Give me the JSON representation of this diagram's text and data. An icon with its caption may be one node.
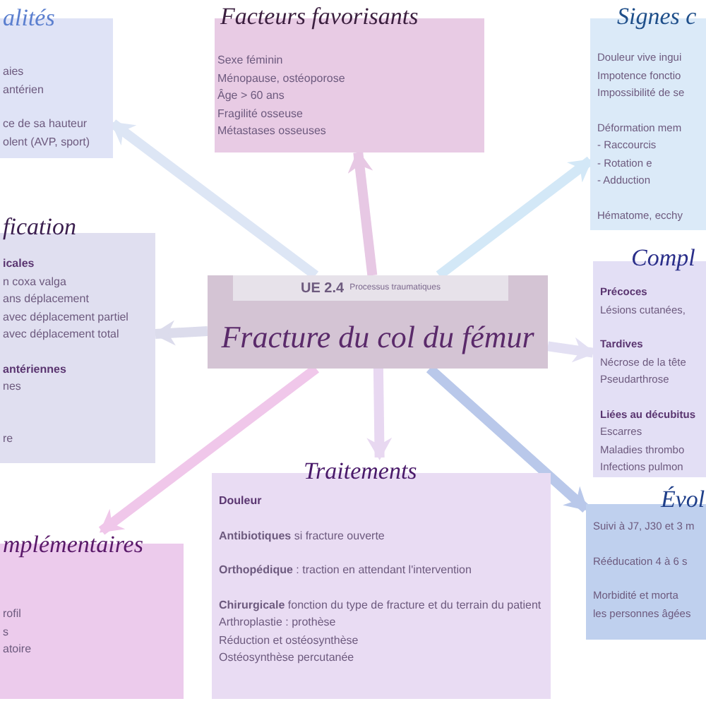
{
  "diagram": {
    "nodes": [
      {
        "text": [
          "alités",
          "aies",
          "antérien",
          "ce de sa hauteur",
          "olent (AVP, sport)"
        ]
      },
      {
        "text": [
          "Facteurs favorisants",
          "Sexe féminin",
          "Ménopause, ostéoporose",
          "Âge > 60 ans",
          "Fragilité osseuse",
          "Métastases osseuses"
        ]
      },
      {
        "text": [
          "Signes c",
          "Douleur vive ingui",
          "Impotence fonctio",
          "Impossibilité de se",
          "Déformation mem",
          "- Raccourcis",
          "- Rotation e",
          "- Adduction",
          "Hématome, ecchy"
        ]
      },
      {
        "text": [
          "fication",
          "icales",
          "n coxa valga",
          "ans déplacement",
          "avec déplacement partiel",
          "avec déplacement total",
          "antériennes",
          "nes",
          "re"
        ]
      },
      {
        "text": [
          "Fracture du col du fémur"
        ]
      },
      {
        "text": [
          "UE 2.4",
          "Processus traumatiques"
        ],
        "in": 4
      },
      {
        "text": [
          "Compl",
          "Précoces",
          "Lésions cutanées,",
          "Tardives",
          "Nécrose de la tête",
          "Pseudarthrose",
          "Liées au décubitus",
          "Escarres",
          "Maladies thrombo",
          "Infections pulmon"
        ]
      },
      {
        "text": [
          "mplémentaires",
          "rofil",
          "s",
          "atoire"
        ]
      },
      {
        "text": [
          "Traitements",
          "Douleur",
          "**Antibiotiques** si fracture ouverte",
          "**Orthopédique** : traction en attendant l'intervention",
          "**Chirurgicale** fonction du type de fracture et du terrain du patient",
          "Arthroplastie : prothèse",
          "Réduction et ostéosynthèse",
          "Ostéosynthèse percutanée"
        ]
      },
      {
        "text": [
          "Évol",
          "Suivi à J7, J30 et 3 m",
          "Rééducation 4 à 6 s",
          "Morbidité et morta",
          "les personnes âgées"
        ]
      }
    ],
    "edges": [
      {
        "from": 4,
        "to": 0,
        "arrow": "to",
        "color": "#dde6f5"
      },
      {
        "from": 4,
        "to": 1,
        "arrow": "to",
        "color": "#e7c8e4"
      },
      {
        "from": 4,
        "to": 2,
        "arrow": "to",
        "color": "#d3e8f7"
      },
      {
        "from": 4,
        "to": 3,
        "arrow": "to",
        "color": "#dcdcec"
      },
      {
        "from": 4,
        "to": 6,
        "arrow": "to",
        "color": "#e3e0f3"
      },
      {
        "from": 4,
        "to": 7,
        "arrow": "to",
        "color": "#f0c7ea"
      },
      {
        "from": 4,
        "to": 8,
        "arrow": "to",
        "color": "#e8d8f1"
      },
      {
        "from": 4,
        "to": 9,
        "arrow": "to",
        "color": "#b9c8ea"
      }
    ]
  }
}
